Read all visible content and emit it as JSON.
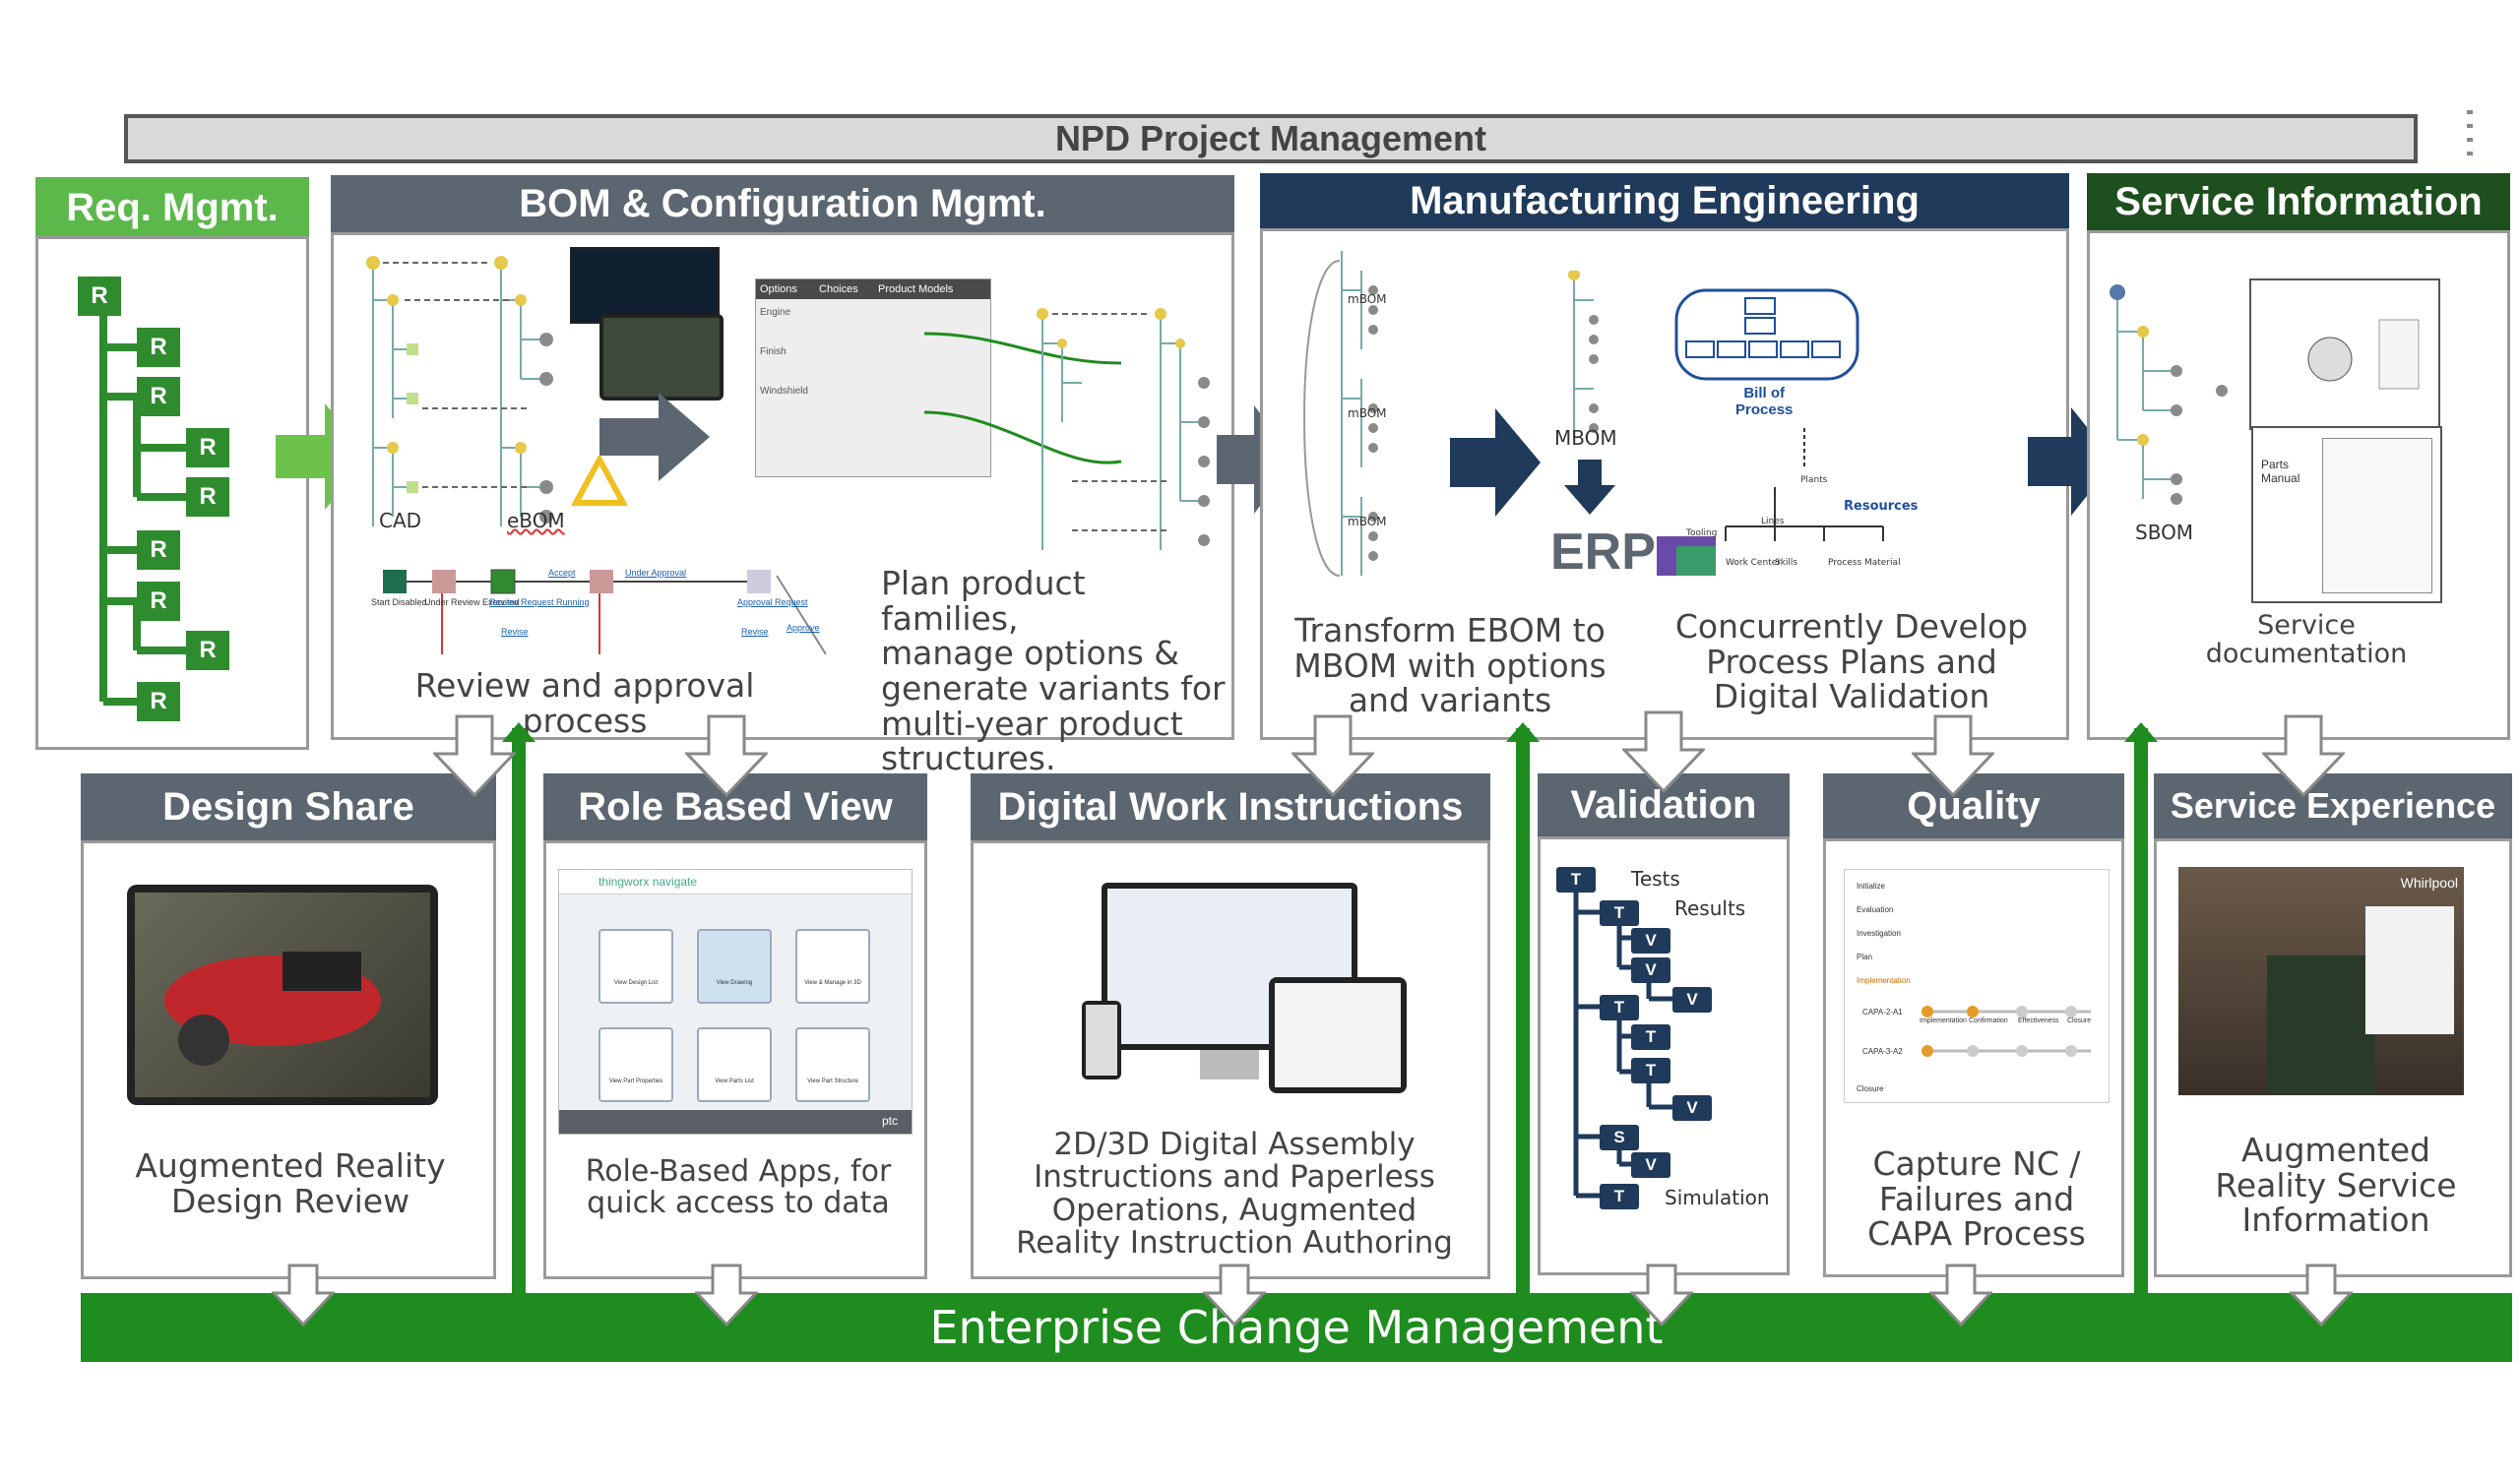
{
  "top_banner": "NPD Project Management",
  "bottom_banner": "Enterprise Change Management",
  "top_sections": {
    "req": {
      "title": "Req. Mgmt.",
      "nodes": [
        "R",
        "R",
        "R",
        "R",
        "R",
        "R",
        "R",
        "R",
        "R"
      ]
    },
    "bom": {
      "title": "BOM & Configuration Mgmt.",
      "cad_label": "CAD",
      "ebom_label": "eBOM",
      "workflow": {
        "steps": [
          "Start Disabled",
          "Under Review Executed",
          "Review Request Running",
          "Accept",
          "Under Approval",
          "Approval Request",
          "Revise",
          "Revise",
          "Approve"
        ]
      },
      "options_table": {
        "headers": [
          "Options",
          "Choices",
          "Product Models"
        ],
        "rows": [
          "Engine",
          "Finish",
          "Windshield"
        ]
      },
      "review_caption": "Review and approval\nprocess",
      "plan_caption": "Plan product families,\nmanage options &\ngenerate variants for\nmulti-year product\nstructures."
    },
    "mfg": {
      "title": "Manufacturing Engineering",
      "mbom_labels": [
        "mBOM",
        "mBOM",
        "mBOM"
      ],
      "mbom_label": "MBOM",
      "erp_label": "ERP",
      "bill_of_process": "Bill of\nProcess",
      "resources_label": "Resources",
      "resource_items": [
        "Plants",
        "Lines",
        "Tooling",
        "Work Center",
        "Skills",
        "Process Material"
      ],
      "caption_left": "Transform EBOM to\nMBOM with options\nand variants",
      "caption_right": "Concurrently Develop\nProcess Plans and\nDigital Validation"
    },
    "service": {
      "title": "Service Information",
      "sbom_label": "SBOM",
      "parts_manual": "Parts\nManual",
      "caption": "Service\ndocumentation"
    }
  },
  "bottom_sections": [
    {
      "title": "Design Share",
      "caption": "Augmented Reality\nDesign Review"
    },
    {
      "title": "Role Based View",
      "caption": "Role-Based Apps, for\nquick access to data",
      "app_brand": "thingworx navigate",
      "ptc": "ptc",
      "tiles": [
        "View Design List",
        "View Drawing",
        "View & Manage in 3D",
        "View Part Properties",
        "View Parts List",
        "View Part Structure"
      ]
    },
    {
      "title": "Digital Work Instructions",
      "caption": "2D/3D Digital Assembly\nInstructions and Paperless\nOperations, Augmented\nReality Instruction Authoring"
    },
    {
      "title": "Validation",
      "tests_label": "Tests",
      "results_label": "Results",
      "simulation_label": "Simulation",
      "nodes": [
        "T",
        "T",
        "V",
        "V",
        "V",
        "T",
        "T",
        "T",
        "V",
        "S",
        "V",
        "T"
      ]
    },
    {
      "title": "Quality",
      "caption": "Capture NC /\nFailures and\nCAPA Process",
      "checklist": [
        "Initialize",
        "Evaluation",
        "Investigation",
        "Plan",
        "Implementation",
        "Closure"
      ],
      "capa_rows": [
        "CAPA-2-A1",
        "CAPA-3-A2"
      ],
      "stages": [
        "Implementation",
        "Confirmation",
        "Effectiveness",
        "Closure"
      ]
    },
    {
      "title": "Service Experience",
      "caption": "Augmented\nReality Service\nInformation",
      "brand": "Whirlpool"
    }
  ],
  "colors": {
    "green": "#2e8b2e",
    "light_green": "#5cb84a",
    "dark_green": "#1e4f1e",
    "gray": "#5b6670",
    "navy": "#1f3a5a",
    "bar_green": "#1e8c1e"
  }
}
